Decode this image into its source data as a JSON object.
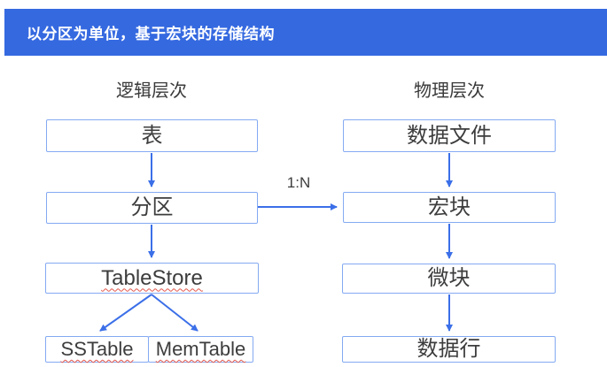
{
  "banner": {
    "title": "以分区为单位，基于宏块的存储结构",
    "bg_color": "#3569e0",
    "text_color": "#ffffff"
  },
  "columns": {
    "logical": {
      "header": "逻辑层次"
    },
    "physical": {
      "header": "物理层次"
    }
  },
  "boxes": {
    "table": "表",
    "partition": "分区",
    "tablestore": "TableStore",
    "sstable": "SSTable",
    "memtable": "MemTable",
    "data_file": "数据文件",
    "macro_block": "宏块",
    "micro_block": "微块",
    "data_row": "数据行"
  },
  "edge_labels": {
    "partition_to_macro": "1:N"
  },
  "colors": {
    "arrow": "#3b6fe8",
    "box_border": "#84aaf2",
    "box_text": "#3d3d3d",
    "misspell_underline": "#e2574c"
  }
}
